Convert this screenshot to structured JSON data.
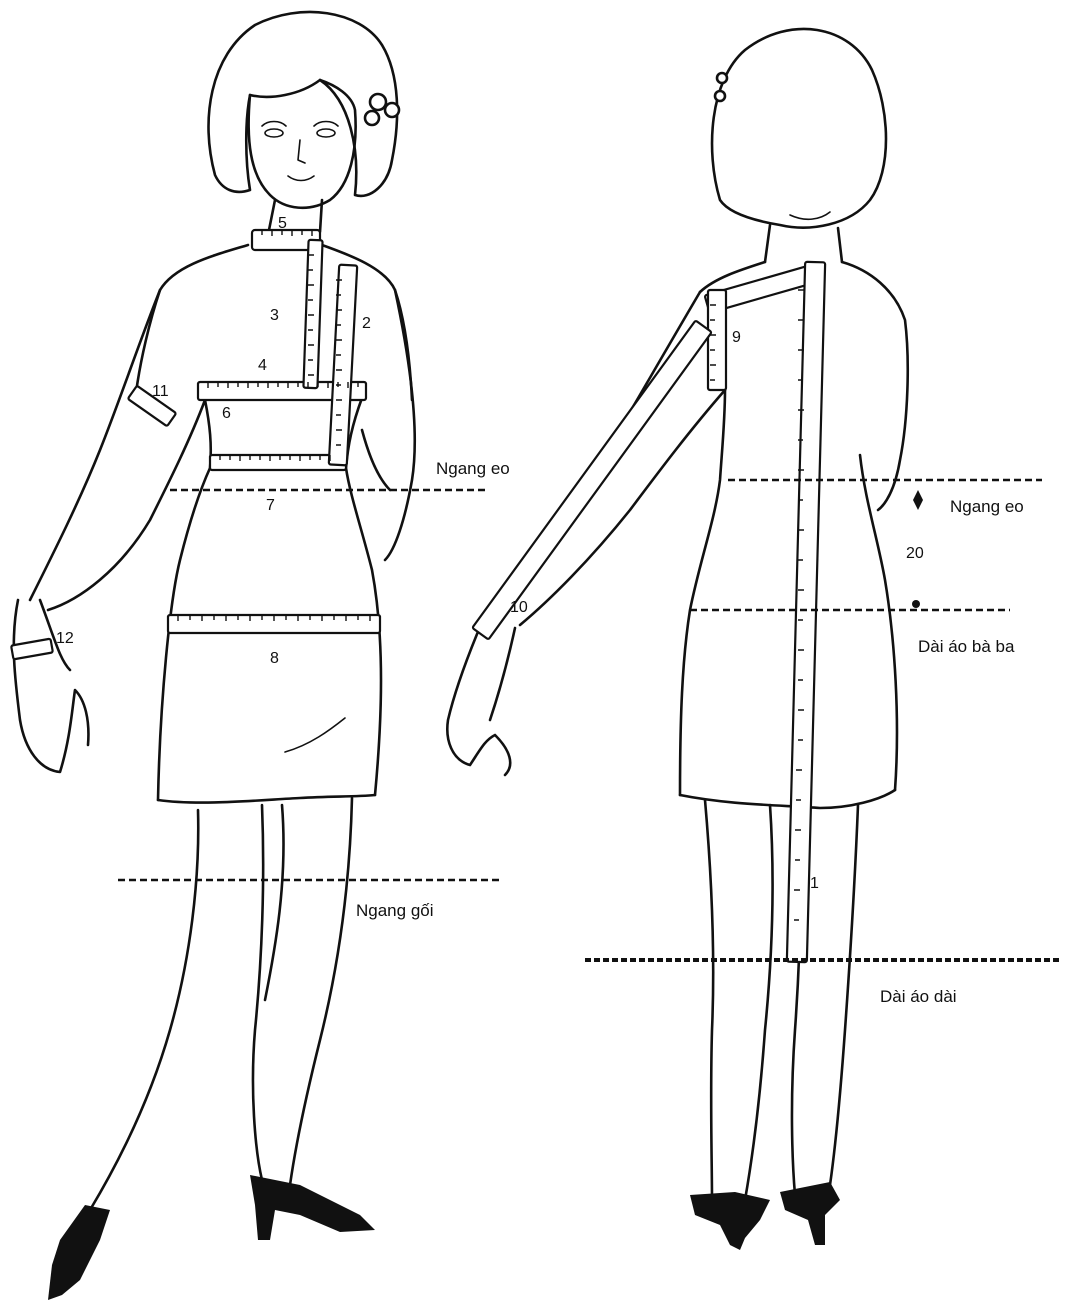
{
  "numbers": {
    "n1": "1",
    "n2": "2",
    "n3": "3",
    "n4": "4",
    "n5": "5",
    "n6": "6",
    "n7": "7",
    "n8": "8",
    "n9": "9",
    "n10": "10",
    "n11": "11",
    "n12": "12",
    "n20": "20"
  },
  "labels": {
    "ngang_eo": "Ngang eo",
    "ngang_goi": "Ngang gối",
    "dai_ao_ba_ba": "Dài áo bà ba",
    "dai_ao_dai": "Dài áo dài"
  }
}
